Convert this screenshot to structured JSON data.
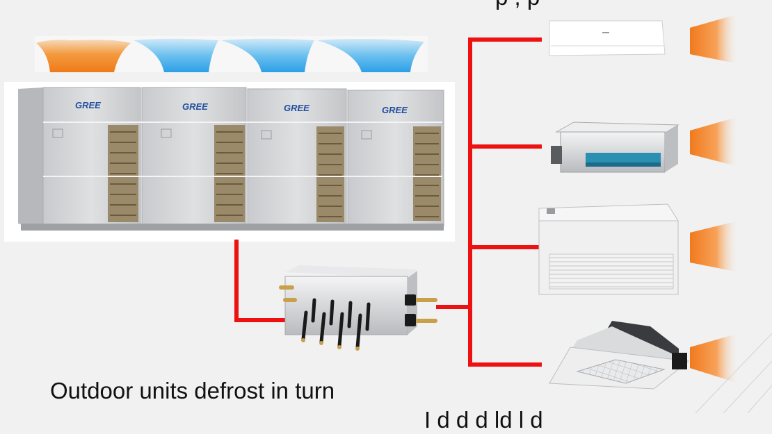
{
  "captions": {
    "main": "Outdoor units  defrost in turn",
    "top_partial": "p , p",
    "bottom_partial": "I d     d         d ld l d"
  },
  "outdoor_unit": {
    "brand": "GREE",
    "module_count": 4
  },
  "colors": {
    "pipe": "#ee1111",
    "heat": "#f07a1c",
    "cool": "#39a8ec",
    "unit_body": "#d5d6d8"
  }
}
